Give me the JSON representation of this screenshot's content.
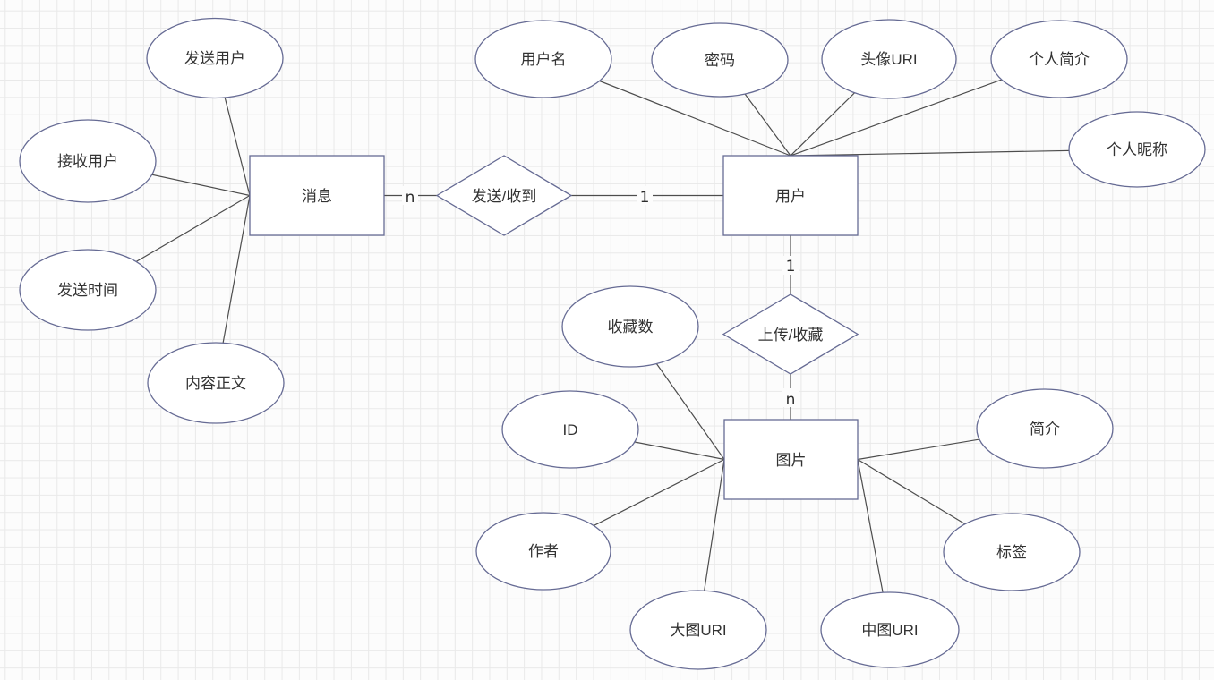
{
  "canvas": {
    "background_color": "#fcfcfc",
    "grid_color": "#e9e9e9"
  },
  "colors": {
    "shape_stroke": "#666b94",
    "shape_fill": "#ffffff",
    "connector_color": "#4d4d4d",
    "text_color": "#333333"
  },
  "diagram": {
    "type": "er-diagram",
    "entities": [
      {
        "id": "message",
        "label": "消息"
      },
      {
        "id": "user",
        "label": "用户"
      },
      {
        "id": "image",
        "label": "图片"
      }
    ],
    "relationships": [
      {
        "id": "send-receive",
        "label": "发送/收到",
        "between": [
          "消息",
          "用户"
        ],
        "cardinality": "n:1"
      },
      {
        "id": "upload-favorite",
        "label": "上传/收藏",
        "between": [
          "用户",
          "图片"
        ],
        "cardinality": "1:n"
      }
    ],
    "attributes": [
      {
        "label": "发送用户",
        "entity": "消息"
      },
      {
        "label": "接收用户",
        "entity": "消息"
      },
      {
        "label": "发送时间",
        "entity": "消息"
      },
      {
        "label": "内容正文",
        "entity": "消息"
      },
      {
        "label": "用户名",
        "entity": "用户"
      },
      {
        "label": "密码",
        "entity": "用户"
      },
      {
        "label": "头像URI",
        "entity": "用户"
      },
      {
        "label": "个人简介",
        "entity": "用户"
      },
      {
        "label": "个人昵称",
        "entity": "用户"
      },
      {
        "label": "收藏数",
        "entity": "图片"
      },
      {
        "label": "ID",
        "entity": "图片"
      },
      {
        "label": "作者",
        "entity": "图片"
      },
      {
        "label": "大图URI",
        "entity": "图片"
      },
      {
        "label": "简介",
        "entity": "图片"
      },
      {
        "label": "标签",
        "entity": "图片"
      },
      {
        "label": "中图URI",
        "entity": "图片"
      }
    ],
    "cardinality_labels": [
      {
        "label": "n",
        "position": "消息-发送/收到"
      },
      {
        "label": "1",
        "position": "发送/收到-用户"
      },
      {
        "label": "1",
        "position": "用户-上传/收藏"
      },
      {
        "label": "n",
        "position": "上传/收藏-图片"
      }
    ]
  }
}
